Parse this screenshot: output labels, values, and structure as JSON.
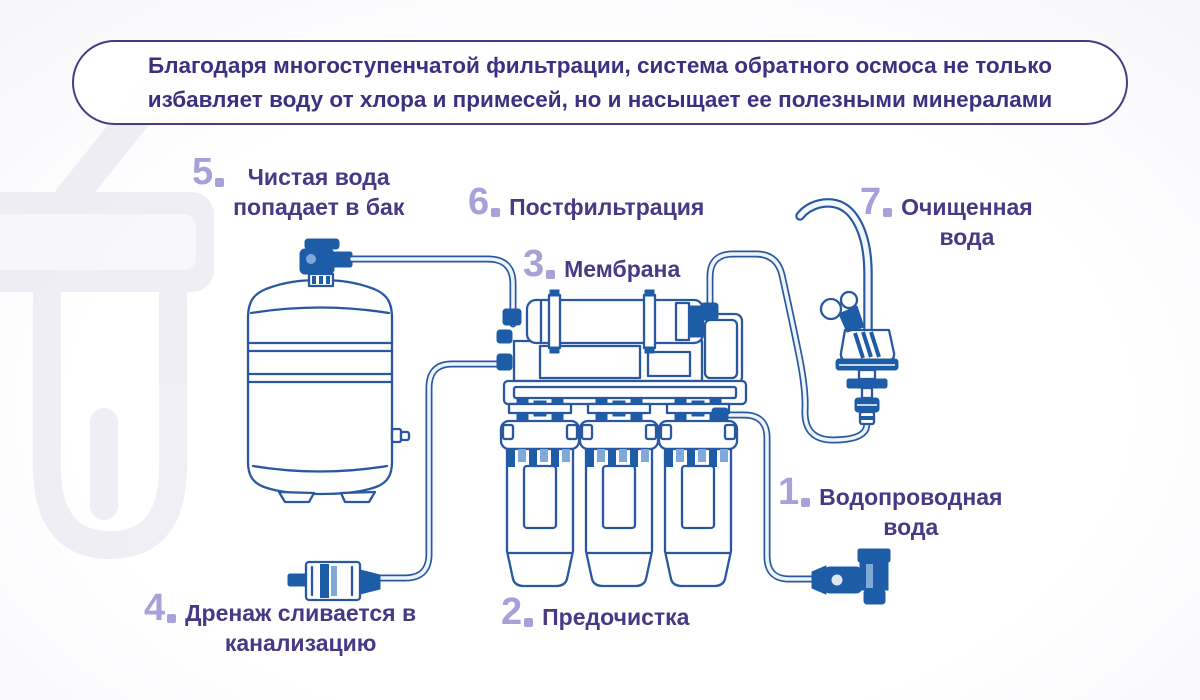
{
  "banner": {
    "line1": "Благодаря многоступенчатой фильтрации, система обратного осмоса не только",
    "line2": "избавляет воду от хлора и примесей, но и насыщает ее полезными минералами"
  },
  "labels": {
    "l1": {
      "number": "1",
      "lines": [
        "Водопроводная",
        "вода"
      ]
    },
    "l2": {
      "number": "2",
      "lines": [
        "Предочистка"
      ]
    },
    "l3": {
      "number": "3",
      "lines": [
        "Мембрана"
      ]
    },
    "l4": {
      "number": "4",
      "lines": [
        "Дренаж сливается в",
        "канализацию"
      ]
    },
    "l5": {
      "number": "5",
      "lines": [
        "Чистая вода",
        "попадает в бак"
      ]
    },
    "l6": {
      "number": "6",
      "lines": [
        "Постфильтрация"
      ]
    },
    "l7": {
      "number": "7",
      "lines": [
        "Очищенная",
        "вода"
      ]
    }
  },
  "diagram": {
    "components": [
      "storage-tank",
      "tank-valve",
      "ro-unit",
      "membrane-housing",
      "filter-cartridge-1",
      "filter-cartridge-2",
      "filter-cartridge-3",
      "drain-fitting",
      "inlet-valve",
      "faucet",
      "tubing",
      "watermark-filter-icon"
    ]
  },
  "colors": {
    "number_accent": "#a6a1d8",
    "label_text": "#443a85",
    "banner_border": "#453c85",
    "banner_text": "#3a3181",
    "diagram_stroke": "#2a58a0",
    "diagram_fill_dark": "#1d5ca6",
    "diagram_fill_mid": "#7fa9d8",
    "background_tint": "#e8e6f2"
  }
}
